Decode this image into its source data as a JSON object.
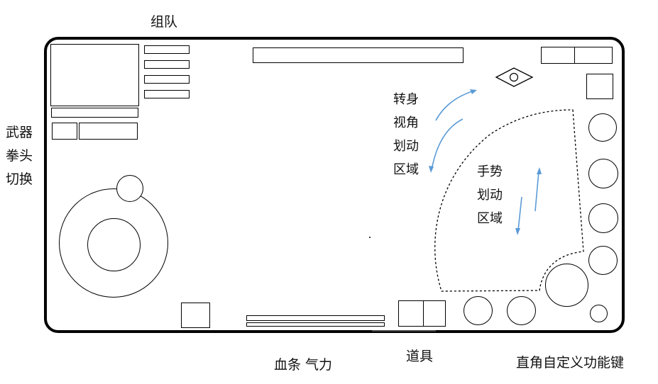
{
  "labels": {
    "team": "组队",
    "weapon_switch": [
      "武器",
      "拳头",
      "切换"
    ],
    "turn_view_zone": [
      "转身",
      "视角",
      "划动",
      "区域"
    ],
    "gesture_zone": [
      "手势",
      "划动",
      "区域"
    ],
    "health_stamina": "血条  气力",
    "items": "道具",
    "custom_keys": "直角自定义功能键"
  },
  "colors": {
    "outline": "#000000",
    "arrow": "#5b9bd5",
    "background": "#ffffff"
  },
  "icons": {
    "view_toggle": "eye-diamond-icon"
  }
}
